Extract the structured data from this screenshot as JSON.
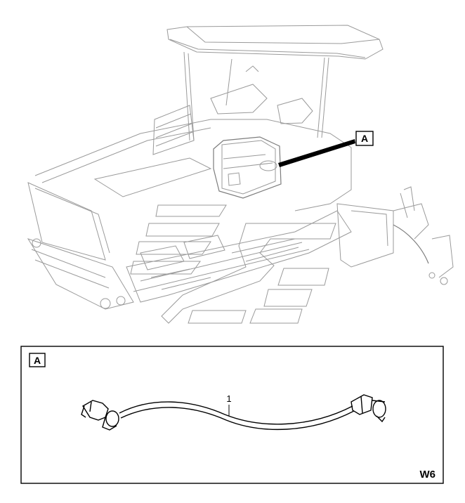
{
  "top_view": {
    "callout_label": "A"
  },
  "detail_view": {
    "callout_label": "A",
    "part_number": "1",
    "drawing_code": "W6"
  }
}
